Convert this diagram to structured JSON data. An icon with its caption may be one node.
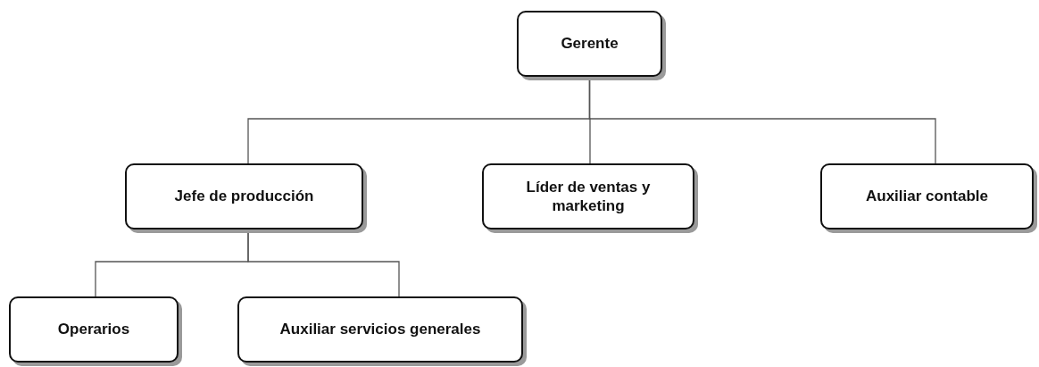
{
  "diagram": {
    "nodes": [
      {
        "text": [
          "Gerente"
        ]
      },
      {
        "text": [
          "Jefe de producción"
        ]
      },
      {
        "text": [
          "Líder de ventas y marketing"
        ]
      },
      {
        "text": [
          "Auxiliar contable"
        ]
      },
      {
        "text": [
          "Operarios"
        ]
      },
      {
        "text": [
          "Auxiliar servicios generales"
        ]
      }
    ],
    "edges": [
      {
        "from": 0,
        "to": 1,
        "arrow": "none"
      },
      {
        "from": 0,
        "to": 2,
        "arrow": "none"
      },
      {
        "from": 0,
        "to": 3,
        "arrow": "none"
      },
      {
        "from": 1,
        "to": 4,
        "arrow": "none"
      },
      {
        "from": 1,
        "to": 5,
        "arrow": "none"
      }
    ]
  }
}
